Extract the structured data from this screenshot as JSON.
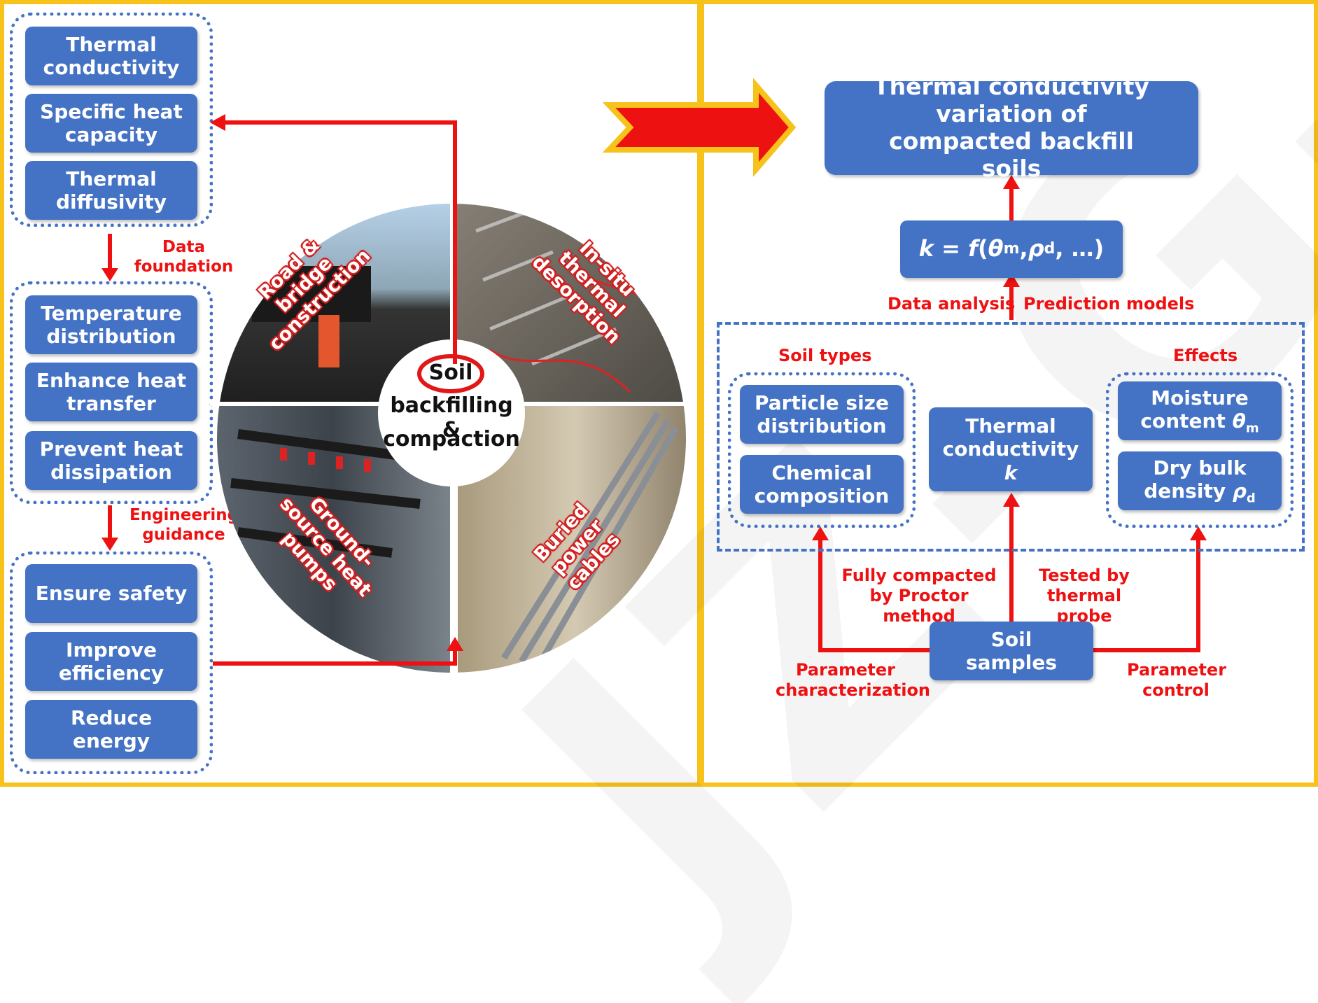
{
  "left": {
    "group1": [
      "Thermal conductivity",
      "Specific heat capacity",
      "Thermal diffusivity"
    ],
    "label1": "Data foundation",
    "group2": [
      "Temperature distribution",
      "Enhance heat transfer",
      "Prevent heat dissipation"
    ],
    "label2": "Engineering guidance",
    "group3": [
      "Ensure safety",
      "Improve efficiency",
      "Reduce energy"
    ]
  },
  "circle": {
    "center_line1": "Soil",
    "center_line2": "backfilling &",
    "center_line3": "compaction",
    "q_top_left": "Road & bridge construction",
    "q_top_right": "In-situ thermal desorption",
    "q_bottom_left": "Ground-source heat pumps",
    "q_bottom_right": "Buried power cables"
  },
  "right": {
    "title": "Thermal conductivity variation of compacted backfill soils",
    "formula_k": "k",
    "formula_eq": " = ",
    "formula_f": "f",
    "formula_theta": "θ",
    "formula_sub_m": "m",
    "formula_rho": "ρ",
    "formula_sub_d": "d",
    "formula_tail": ", …)",
    "label_data_analysis": "Data analysis",
    "label_prediction": "Prediction models",
    "label_soil_types": "Soil types",
    "label_effects": "Effects",
    "soil_types": [
      "Particle size distribution",
      "Chemical composition"
    ],
    "center_box": "Thermal conductivity",
    "center_box_k": "k",
    "moisture": "Moisture content",
    "moisture_sym": "θ",
    "moisture_sub": "m",
    "density": "Dry bulk density",
    "density_sym": "ρ",
    "density_sub": "d",
    "label_proctor": "Fully compacted by Proctor method",
    "label_probe": "Tested by thermal probe",
    "samples": "Soil samples",
    "label_param_char": "Parameter characterization",
    "label_param_ctrl": "Parameter control"
  },
  "watermark": "JZ-G-Z"
}
